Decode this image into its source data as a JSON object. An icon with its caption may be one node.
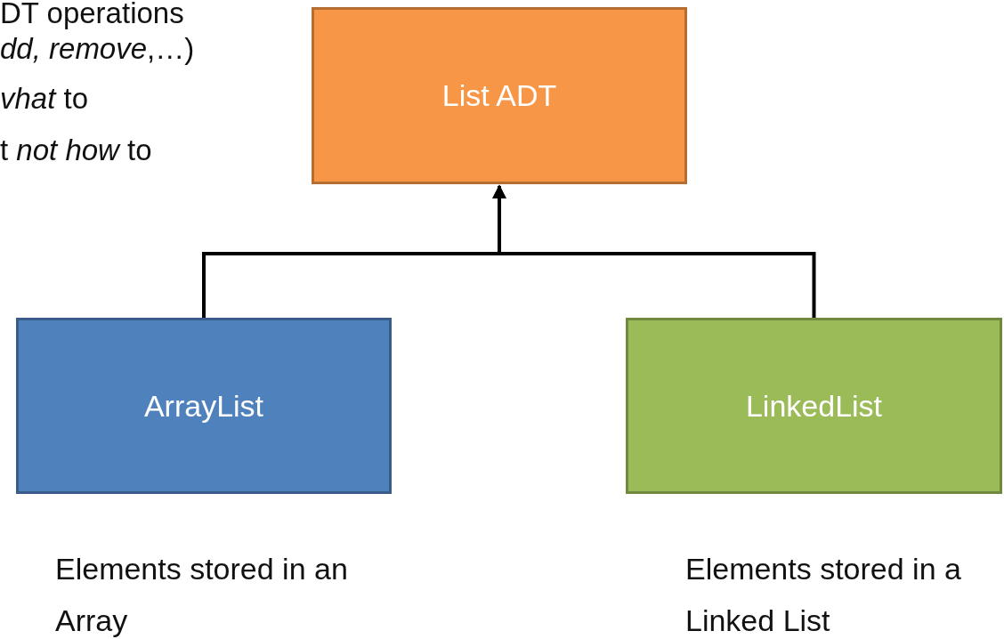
{
  "diagram": {
    "nodes": [
      {
        "text": [
          "List ADT"
        ]
      },
      {
        "text": [
          "ArrayList"
        ],
        "beside": [
          "Elements stored in an Array"
        ]
      },
      {
        "text": [
          "LinkedList"
        ],
        "beside": [
          "Elements stored in a Linked List"
        ]
      }
    ],
    "edges": [
      {
        "from": 1,
        "to": 0,
        "arrow": "to"
      },
      {
        "from": 2,
        "to": 0,
        "arrow": "to"
      }
    ],
    "labels": [
      "DT operations",
      "*dd, remove*,…)",
      "*vhat* to",
      "t *not how* to"
    ]
  }
}
